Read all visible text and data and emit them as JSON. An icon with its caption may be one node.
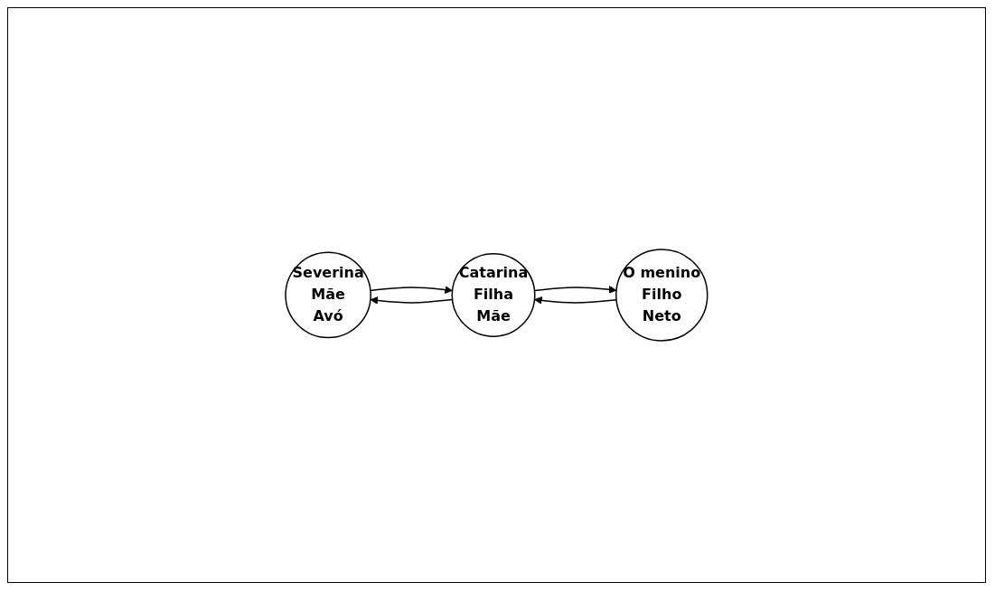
{
  "diagram": {
    "nodes": [
      {
        "text": [
          "Severina",
          "Mãe",
          "Avó"
        ]
      },
      {
        "text": [
          "Catarina",
          "Filha",
          "Mãe"
        ]
      },
      {
        "text": [
          "O menino",
          "Filho",
          "Neto"
        ]
      }
    ],
    "edges": [
      {
        "from": 0,
        "to": 1,
        "arrow": "to"
      },
      {
        "from": 1,
        "to": 2,
        "arrow": "to"
      },
      {
        "from": 1,
        "to": 0,
        "arrow": "to"
      },
      {
        "from": 2,
        "to": 1,
        "arrow": "to"
      }
    ]
  }
}
